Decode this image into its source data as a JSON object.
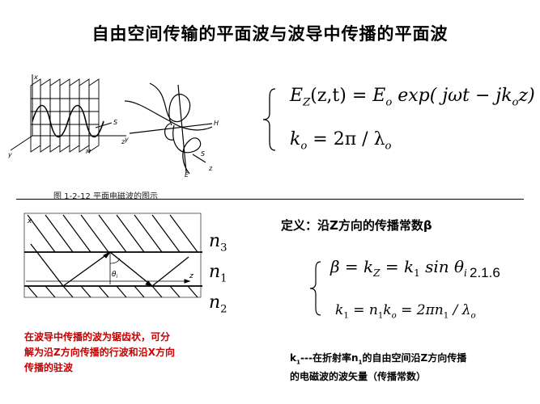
{
  "title": "自由空间传输的平面波与波导中传播的平面波",
  "figure_caption": "图 1-2-12  平面电磁波的图示",
  "fig1_labels": {
    "x": "x",
    "y": "y",
    "z": "z",
    "S": "S",
    "M": "M"
  },
  "fig2_labels": {
    "y": "y",
    "H": "H",
    "S": "S",
    "E": "E",
    "z": "z"
  },
  "eq_top": {
    "line1_lhs": "E",
    "line1_lhs_sub": "Z",
    "line1_args": "(z,t) = ",
    "line1_E": "E",
    "line1_E_sub": "o",
    "line1_exp": " exp( jωt − jk",
    "line1_k_sub": "o",
    "line1_tail": "z)",
    "line2_k": "k",
    "line2_k_sub": "o",
    "line2_rhs": " = 2π / λ",
    "line2_rhs_sub": "o"
  },
  "waveguide_labels": {
    "x": "x",
    "theta": "θ",
    "theta_sub": "i",
    "z": "z"
  },
  "medium_indices": [
    {
      "symbol": "n",
      "sub": "3"
    },
    {
      "symbol": "n",
      "sub": "1"
    },
    {
      "symbol": "n",
      "sub": "2"
    }
  ],
  "definition": "定义：沿Z方向的传播常数β",
  "eq_bottom": {
    "line1": "β = k",
    "line1_sub1": "Z",
    "line1_mid": " = k",
    "line1_sub2": "1",
    "line1_tail": " sin θ",
    "line1_sub3": "i",
    "line2_a": "k",
    "line2_a_sub": "1",
    "line2_b": " = n",
    "line2_b_sub": "1",
    "line2_c": "k",
    "line2_c_sub": "o",
    "line2_d": " = 2πn",
    "line2_d_sub": "1",
    "line2_e": " / λ",
    "line2_e_sub": "o",
    "eq_number": "2.1.6"
  },
  "red_note": [
    "在波导中传播的波为锯齿状，可分",
    "解为沿Z方向传播的行波和沿X方向",
    "传播的驻波"
  ],
  "k1_note": {
    "k": "k",
    "k_sub": "1",
    "line1_rest": "---在折射率n",
    "line1_sub": "1",
    "line1_tail": "的自由空间沿Z方向传播",
    "line2": "的电磁波的波矢量（传播常数）"
  }
}
